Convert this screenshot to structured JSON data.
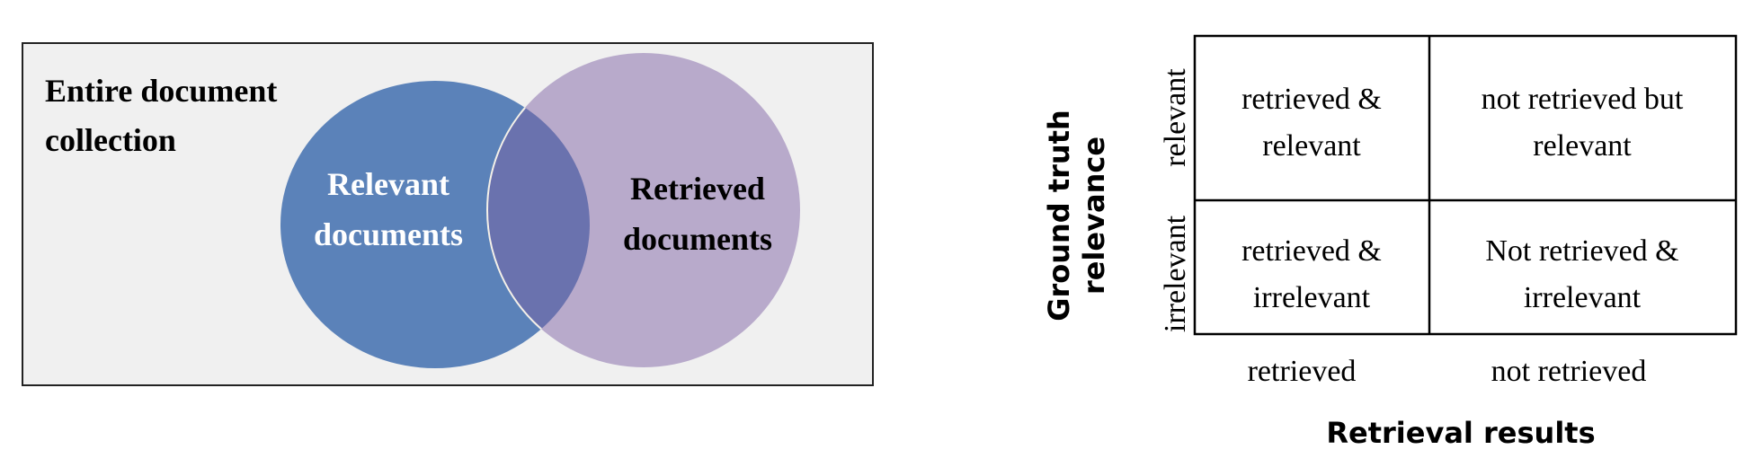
{
  "venn": {
    "collection_label": [
      "Entire document",
      "collection"
    ],
    "relevant_label": [
      "Relevant",
      "documents"
    ],
    "retrieved_label": [
      "Retrieved",
      "documents"
    ],
    "colors": {
      "background": "#f0f0f0",
      "relevant": "#5b82b9",
      "retrieved": "#b8aacb",
      "overlap": "#6a72ae"
    }
  },
  "matrix": {
    "y_axis_title": [
      "Ground truth",
      "relevance"
    ],
    "row_labels": [
      "relevant",
      "irrelevant"
    ],
    "col_labels": [
      "retrieved",
      "not retrieved"
    ],
    "x_axis_title": "Retrieval results",
    "cells": [
      [
        [
          "retrieved &",
          "relevant"
        ],
        [
          "not retrieved but",
          "relevant"
        ]
      ],
      [
        [
          "retrieved &",
          "irrelevant"
        ],
        [
          "Not retrieved &",
          "irrelevant"
        ]
      ]
    ]
  }
}
